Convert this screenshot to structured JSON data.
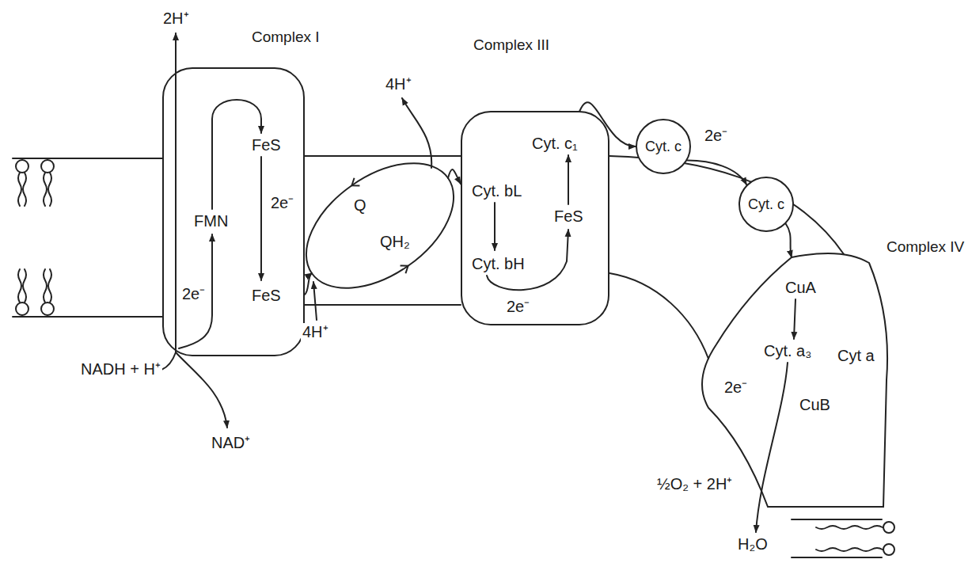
{
  "diagram": {
    "nodes": [
      {
        "text": [
          "Complex I",
          "FeS",
          "2e⁻",
          "FMN",
          "2e⁻",
          "FeS"
        ]
      },
      {
        "text": [
          "Q",
          "QH₂"
        ]
      },
      {
        "text": [
          "Complex III",
          "Cyt. c₁",
          "Cyt. bL",
          "FeS",
          "Cyt. bH",
          "2e⁻"
        ]
      },
      {
        "text": [
          "Cyt. c"
        ]
      },
      {
        "text": [
          "Cyt. c"
        ]
      },
      {
        "text": [
          "Complex IV",
          "CuA",
          "Cyt. a₃",
          "Cyt a",
          "2e⁻",
          "CuB"
        ]
      }
    ],
    "edges": [
      {
        "from": 0,
        "to": 1,
        "arrow": "to"
      },
      {
        "from": 1,
        "to": 2,
        "arrow": "to"
      },
      {
        "from": 2,
        "to": 3,
        "arrow": "to"
      },
      {
        "from": 3,
        "to": 4,
        "label": "2e⁻",
        "arrow": "to"
      },
      {
        "from": 4,
        "to": 5,
        "arrow": "to"
      }
    ],
    "labels": [
      "2H⁺",
      "4H⁺",
      "4H⁺",
      "NADH + H⁺",
      "NAD⁺",
      "½O₂ + 2H⁺",
      "H₂O"
    ]
  }
}
